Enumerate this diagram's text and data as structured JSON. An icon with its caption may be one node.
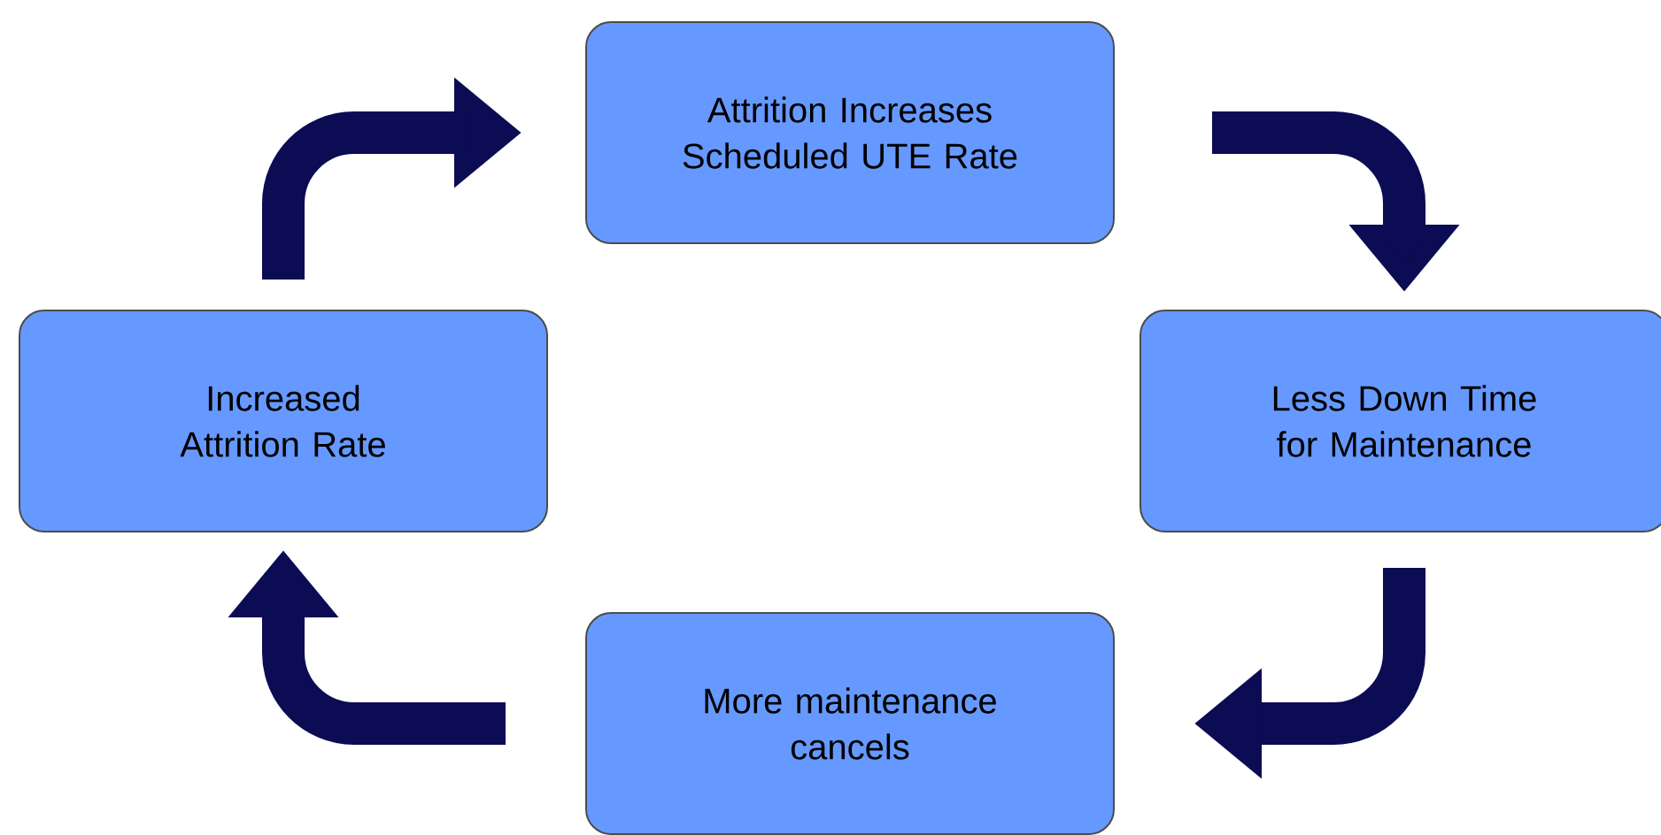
{
  "diagram": {
    "nodes": [
      {
        "text": [
          "Attrition Increases Scheduled UTE Rate"
        ]
      },
      {
        "text": [
          "Increased Attrition Rate"
        ]
      },
      {
        "text": [
          "Less Down Time for Maintenance"
        ]
      },
      {
        "text": [
          "More maintenance cancels"
        ]
      }
    ],
    "edges": [
      {
        "from": 1,
        "to": 0,
        "arrow": "to"
      },
      {
        "from": 0,
        "to": 2,
        "arrow": "to"
      },
      {
        "from": 2,
        "to": 3,
        "arrow": "to"
      },
      {
        "from": 3,
        "to": 1,
        "arrow": "to"
      }
    ]
  }
}
